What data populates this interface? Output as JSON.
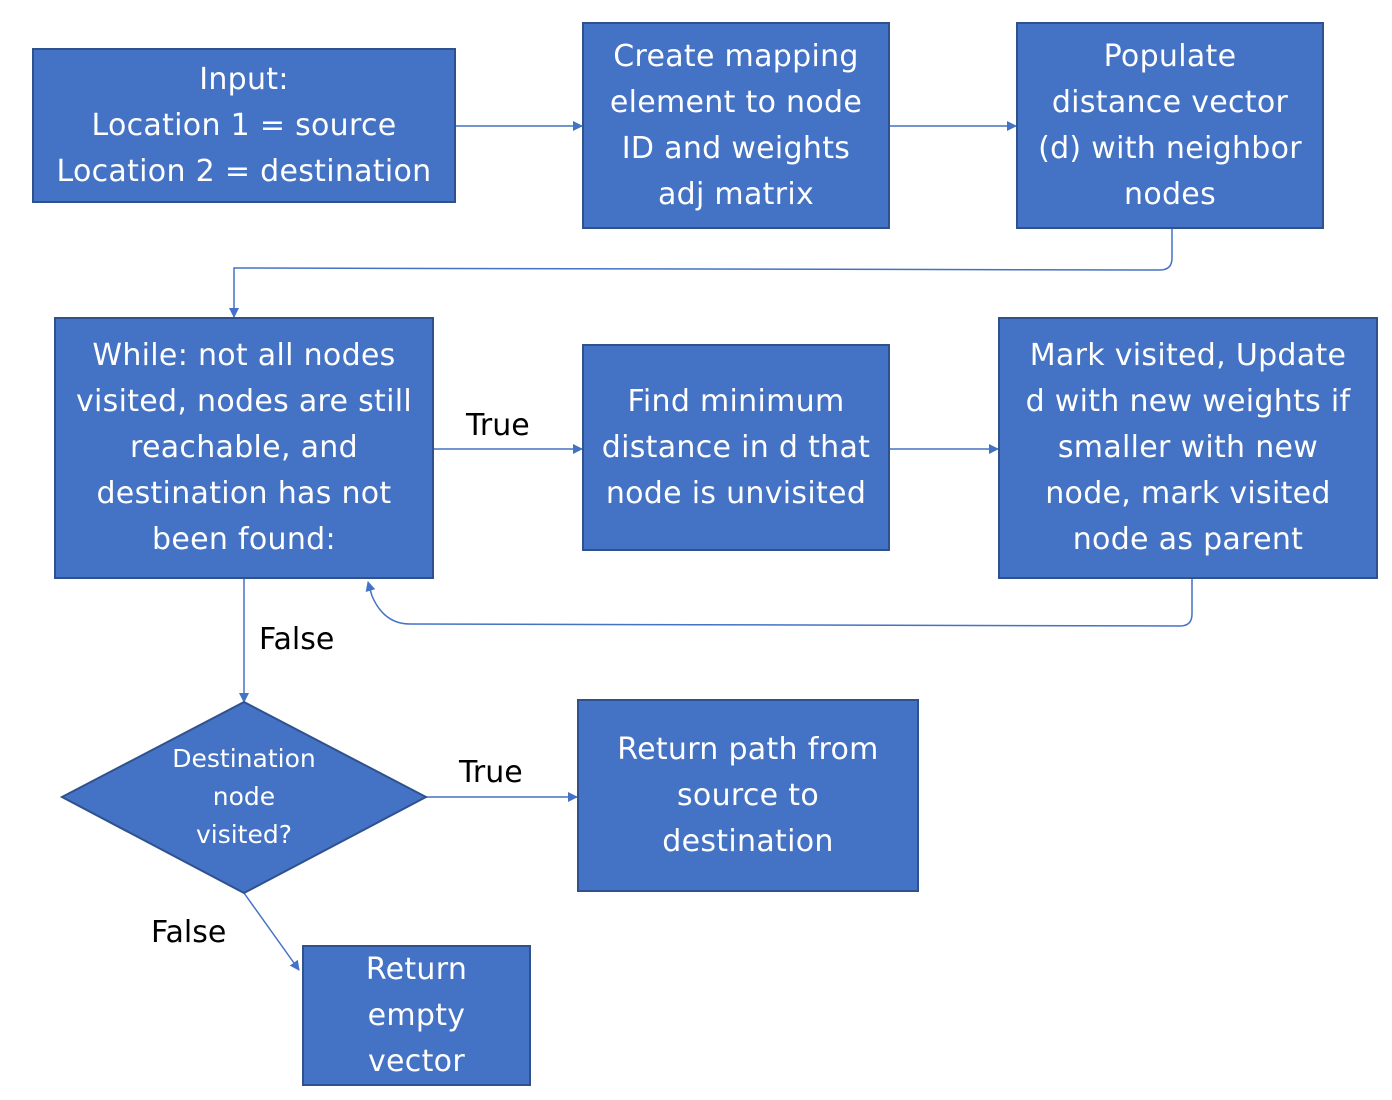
{
  "nodes": {
    "input": {
      "lines": [
        "Input:",
        "Location 1 = source",
        "Location 2 = destination"
      ]
    },
    "create_mapping": {
      "lines": [
        "Create mapping",
        "element to node",
        "ID and weights",
        "adj matrix"
      ]
    },
    "populate": {
      "lines": [
        "Populate",
        "distance vector",
        "(d) with neighbor",
        "nodes"
      ]
    },
    "while_loop": {
      "lines": [
        "While: not all nodes",
        "visited, nodes are still",
        "reachable, and",
        "destination has not",
        "been found:"
      ]
    },
    "find_minimum": {
      "lines": [
        "Find minimum",
        "distance in d that",
        "node is unvisited"
      ]
    },
    "mark_visited": {
      "lines": [
        "Mark visited, Update",
        "d with new weights if",
        "smaller with new",
        "node, mark visited",
        "node as parent"
      ]
    },
    "decision": {
      "lines": [
        "Destination",
        "node",
        "visited?"
      ]
    },
    "return_path": {
      "lines": [
        "Return path from",
        "source to",
        "destination"
      ]
    },
    "return_empty": {
      "lines": [
        "Return",
        "empty",
        "vector"
      ]
    }
  },
  "edge_labels": {
    "while_true": "True",
    "while_false": "False",
    "decision_true": "True",
    "decision_false": "False"
  },
  "colors": {
    "node_fill": "#4472c4",
    "node_border": "#2f528f",
    "connector": "#4472c4",
    "node_text": "#ffffff",
    "label_text": "#000000"
  }
}
